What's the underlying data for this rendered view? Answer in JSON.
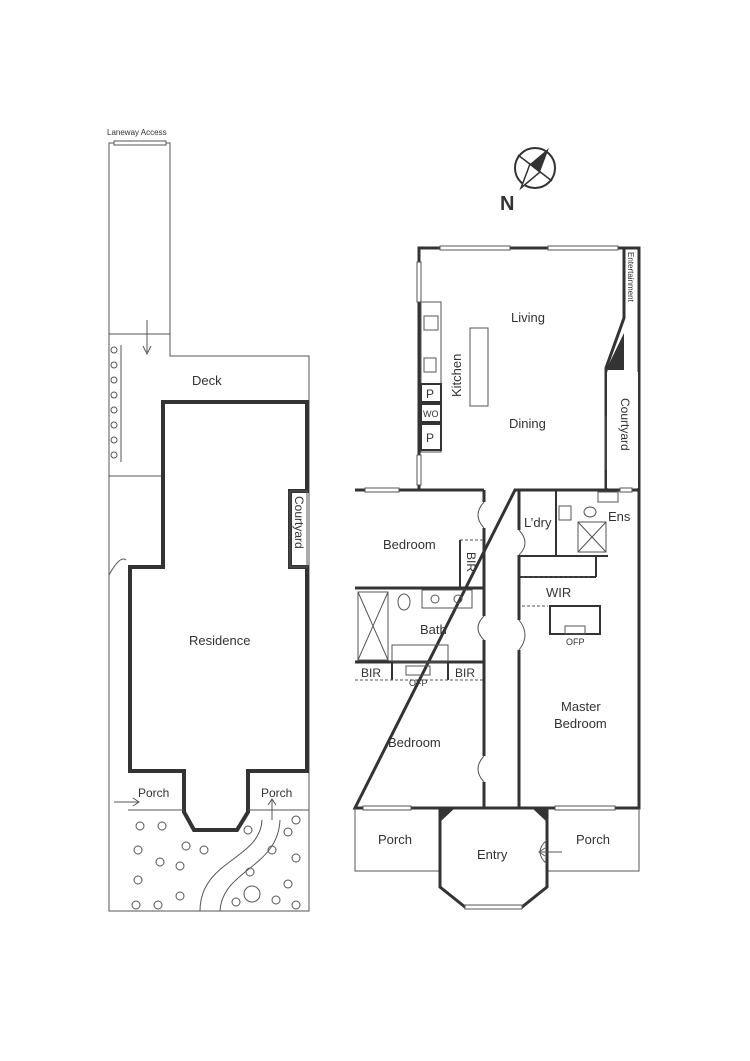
{
  "site_plan": {
    "laneway": "Laneway Access",
    "deck": "Deck",
    "courtyard": "Courtyard",
    "residence": "Residence",
    "porch_left": "Porch",
    "porch_right": "Porch"
  },
  "compass": {
    "label": "N"
  },
  "floor_plan": {
    "living": "Living",
    "kitchen": "Kitchen",
    "dining": "Dining",
    "entertainment": "Entertainment",
    "courtyard": "Courtyard",
    "pantry_top": "P",
    "wall_oven": "WO",
    "pantry_bottom": "P",
    "bedroom_top": "Bedroom",
    "bir_top": "BIR",
    "laundry": "L’dry",
    "ensuite": "Ens",
    "wir": "WIR",
    "ofp_right": "OFP",
    "bath": "Bath",
    "bir_left": "BIR",
    "ofp_center": "OFP",
    "bir_right": "BIR",
    "master_bedroom_line1": "Master",
    "master_bedroom_line2": "Bedroom",
    "bedroom_bottom": "Bedroom",
    "porch_left": "Porch",
    "entry": "Entry",
    "porch_right": "Porch"
  },
  "colors": {
    "wall": "#333333",
    "line": "#555555"
  }
}
